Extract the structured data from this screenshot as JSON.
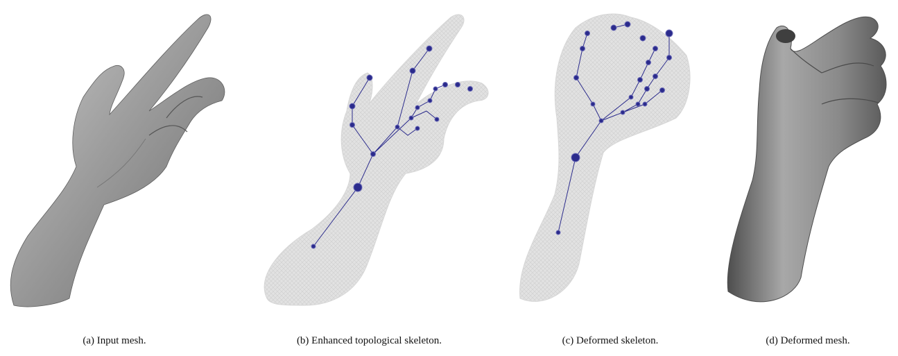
{
  "figure": {
    "panels": [
      {
        "id": "a",
        "caption": "(a) Input mesh."
      },
      {
        "id": "b",
        "caption": "(b) Enhanced topological skeleton."
      },
      {
        "id": "c",
        "caption": "(c) Deformed skeleton."
      },
      {
        "id": "d",
        "caption": "(d) Deformed mesh."
      }
    ],
    "colors": {
      "mesh_shaded": "#9a9a9a",
      "mesh_wire": "#dcdcdc",
      "skeleton": "#2b2b8c"
    }
  }
}
